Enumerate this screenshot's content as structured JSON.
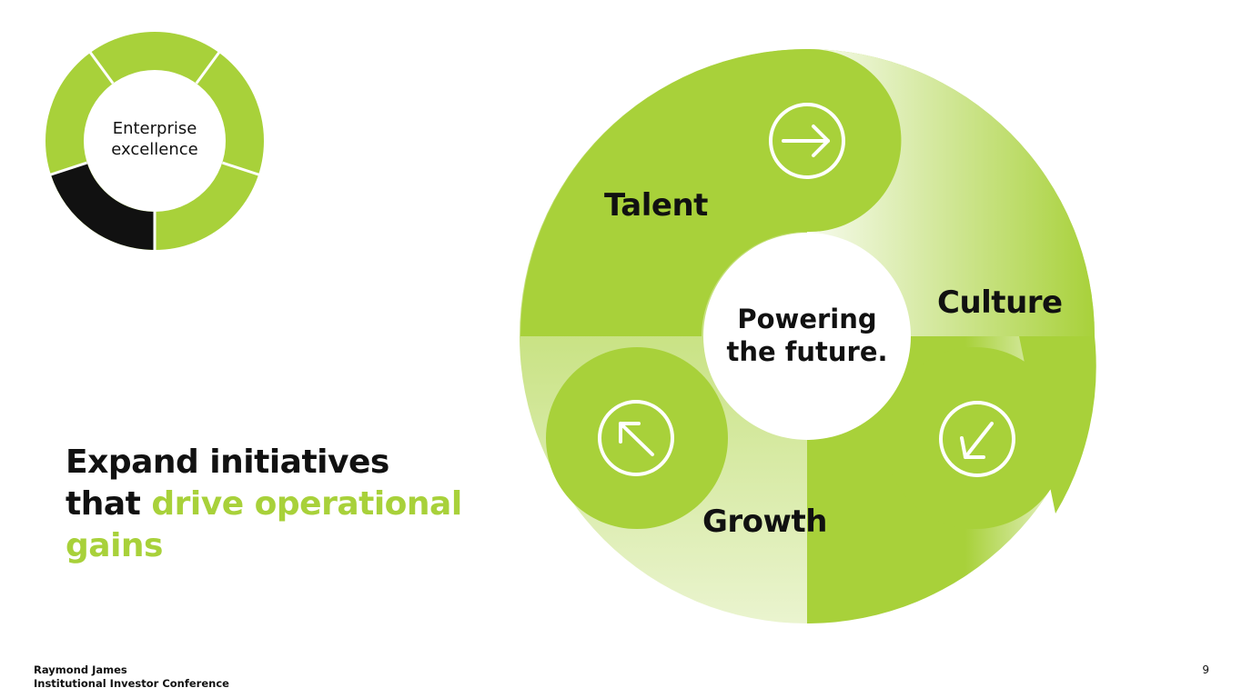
{
  "ring": {
    "center_line1": "Enterprise",
    "center_line2": "excellence",
    "colors": {
      "segment": "#a8d13a",
      "highlight": "#111111"
    }
  },
  "cycle": {
    "center_line1": "Powering",
    "center_line2": "the future.",
    "labels": {
      "talent": "Talent",
      "culture": "Culture",
      "growth": "Growth"
    },
    "icons": [
      "arrow-right-icon",
      "arrow-down-left-icon",
      "arrow-up-left-icon"
    ],
    "colors": {
      "green": "#a8d13a",
      "light": "#f4f9e6"
    }
  },
  "headline": {
    "part1": "Expand initiatives",
    "part2": "that ",
    "accent": "drive operational gains"
  },
  "footer": {
    "line1": "Raymond James",
    "line2": "Institutional Investor Conference"
  },
  "page_number": "9"
}
